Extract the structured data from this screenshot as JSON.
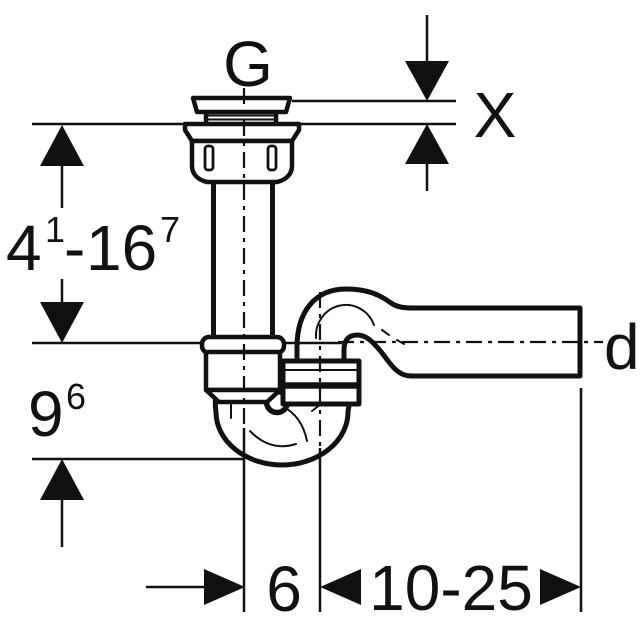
{
  "drawing": {
    "background_color": "#ffffff",
    "line_color": "#111111",
    "labels": {
      "thread": "G",
      "clamping_range": "X",
      "pipe_diameter": "d",
      "height_dimension": {
        "value": "4",
        "note": "1",
        "separator": "-",
        "value2": "16",
        "note2": "7"
      },
      "depth_dimension": {
        "value": "9",
        "note": "6"
      },
      "offset_dimension": "6",
      "outlet_length_dimension": "10-25"
    }
  }
}
